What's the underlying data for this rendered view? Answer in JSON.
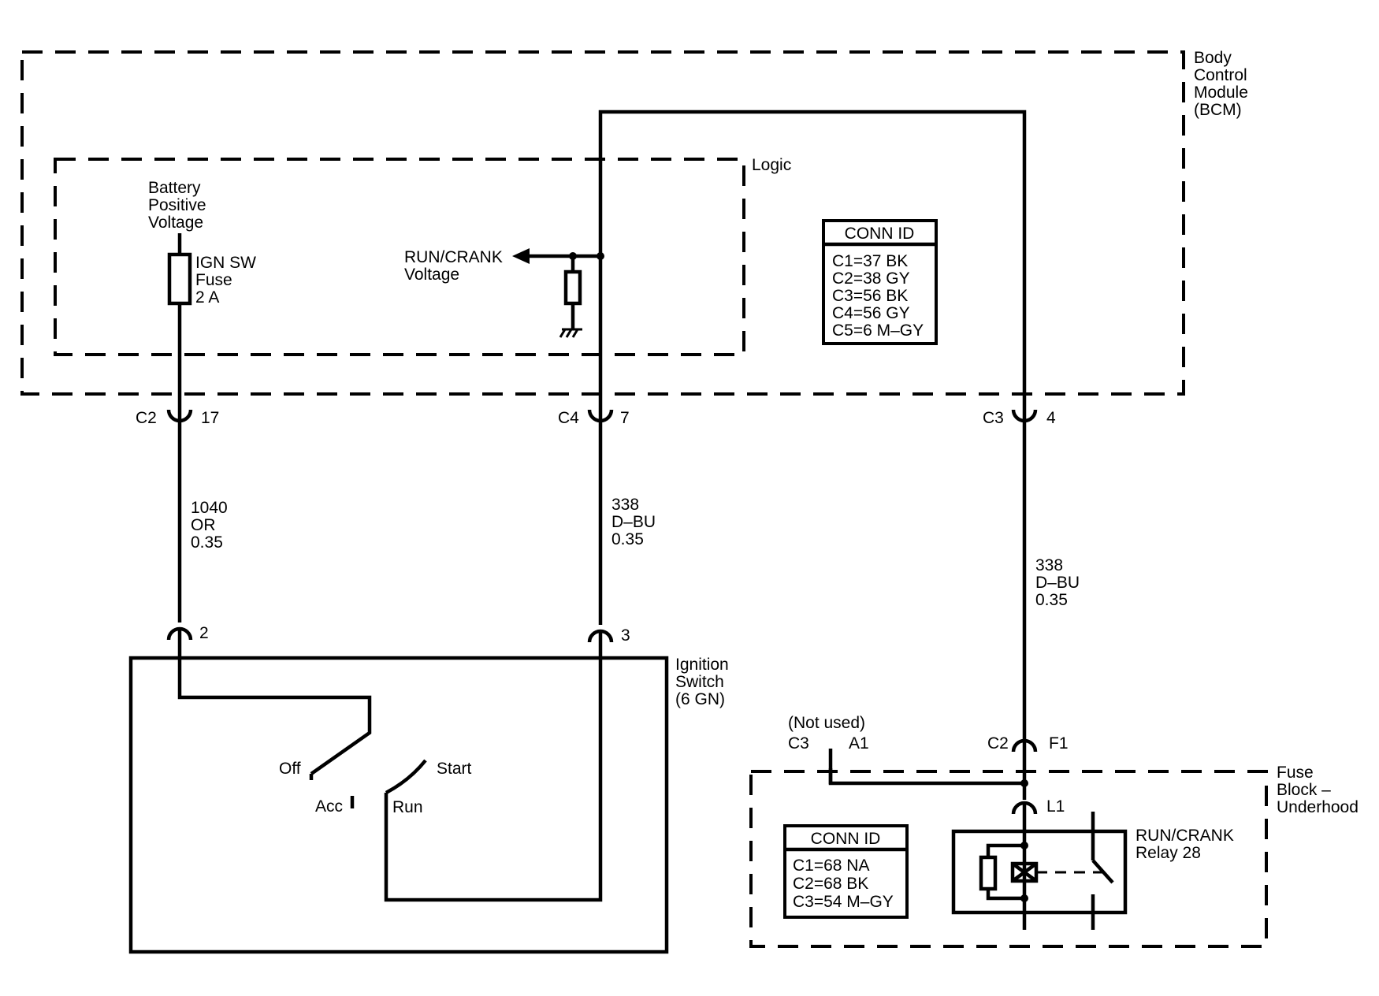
{
  "bcm": {
    "label": [
      "Body",
      "Control",
      "Module",
      "(BCM)"
    ]
  },
  "logic": {
    "label": "Logic"
  },
  "battery": {
    "label": [
      "Battery",
      "Positive",
      "Voltage"
    ]
  },
  "fuse": {
    "label": [
      "IGN SW",
      "Fuse",
      "2 A"
    ]
  },
  "run_crank_voltage": {
    "label": [
      "RUN/CRANK",
      "Voltage"
    ]
  },
  "bcm_conn_id": {
    "title": "CONN ID",
    "rows": [
      "C1=37 BK",
      "C2=38 GY",
      "C3=56 BK",
      "C4=56 GY",
      "C5=6 M–GY"
    ]
  },
  "bcm_connectors": [
    {
      "conn": "C2",
      "pin": "17"
    },
    {
      "conn": "C4",
      "pin": "7"
    },
    {
      "conn": "C3",
      "pin": "4"
    }
  ],
  "wires": [
    {
      "circuit": "1040",
      "color": "OR",
      "size": "0.35"
    },
    {
      "circuit": "338",
      "color": "D–BU",
      "size": "0.35"
    },
    {
      "circuit": "338",
      "color": "D–BU",
      "size": "0.35"
    }
  ],
  "ignition_switch": {
    "label": [
      "Ignition",
      "Switch",
      "(6 GN)"
    ],
    "pins": [
      "2",
      "3"
    ],
    "positions": {
      "off": "Off",
      "acc": "Acc",
      "run": "Run",
      "start": "Start"
    }
  },
  "fuse_block": {
    "label": [
      "Fuse",
      "Block –",
      "Underhood"
    ],
    "not_used": "(Not used)",
    "conn_c3": "C3",
    "pin_a1": "A1",
    "conn_c2": "C2",
    "pin_f1": "F1",
    "pin_l1": "L1",
    "relay_label": [
      "RUN/CRANK",
      "Relay 28"
    ],
    "conn_id": {
      "title": "CONN ID",
      "rows": [
        "C1=68 NA",
        "C2=68 BK",
        "C3=54 M–GY"
      ]
    }
  }
}
